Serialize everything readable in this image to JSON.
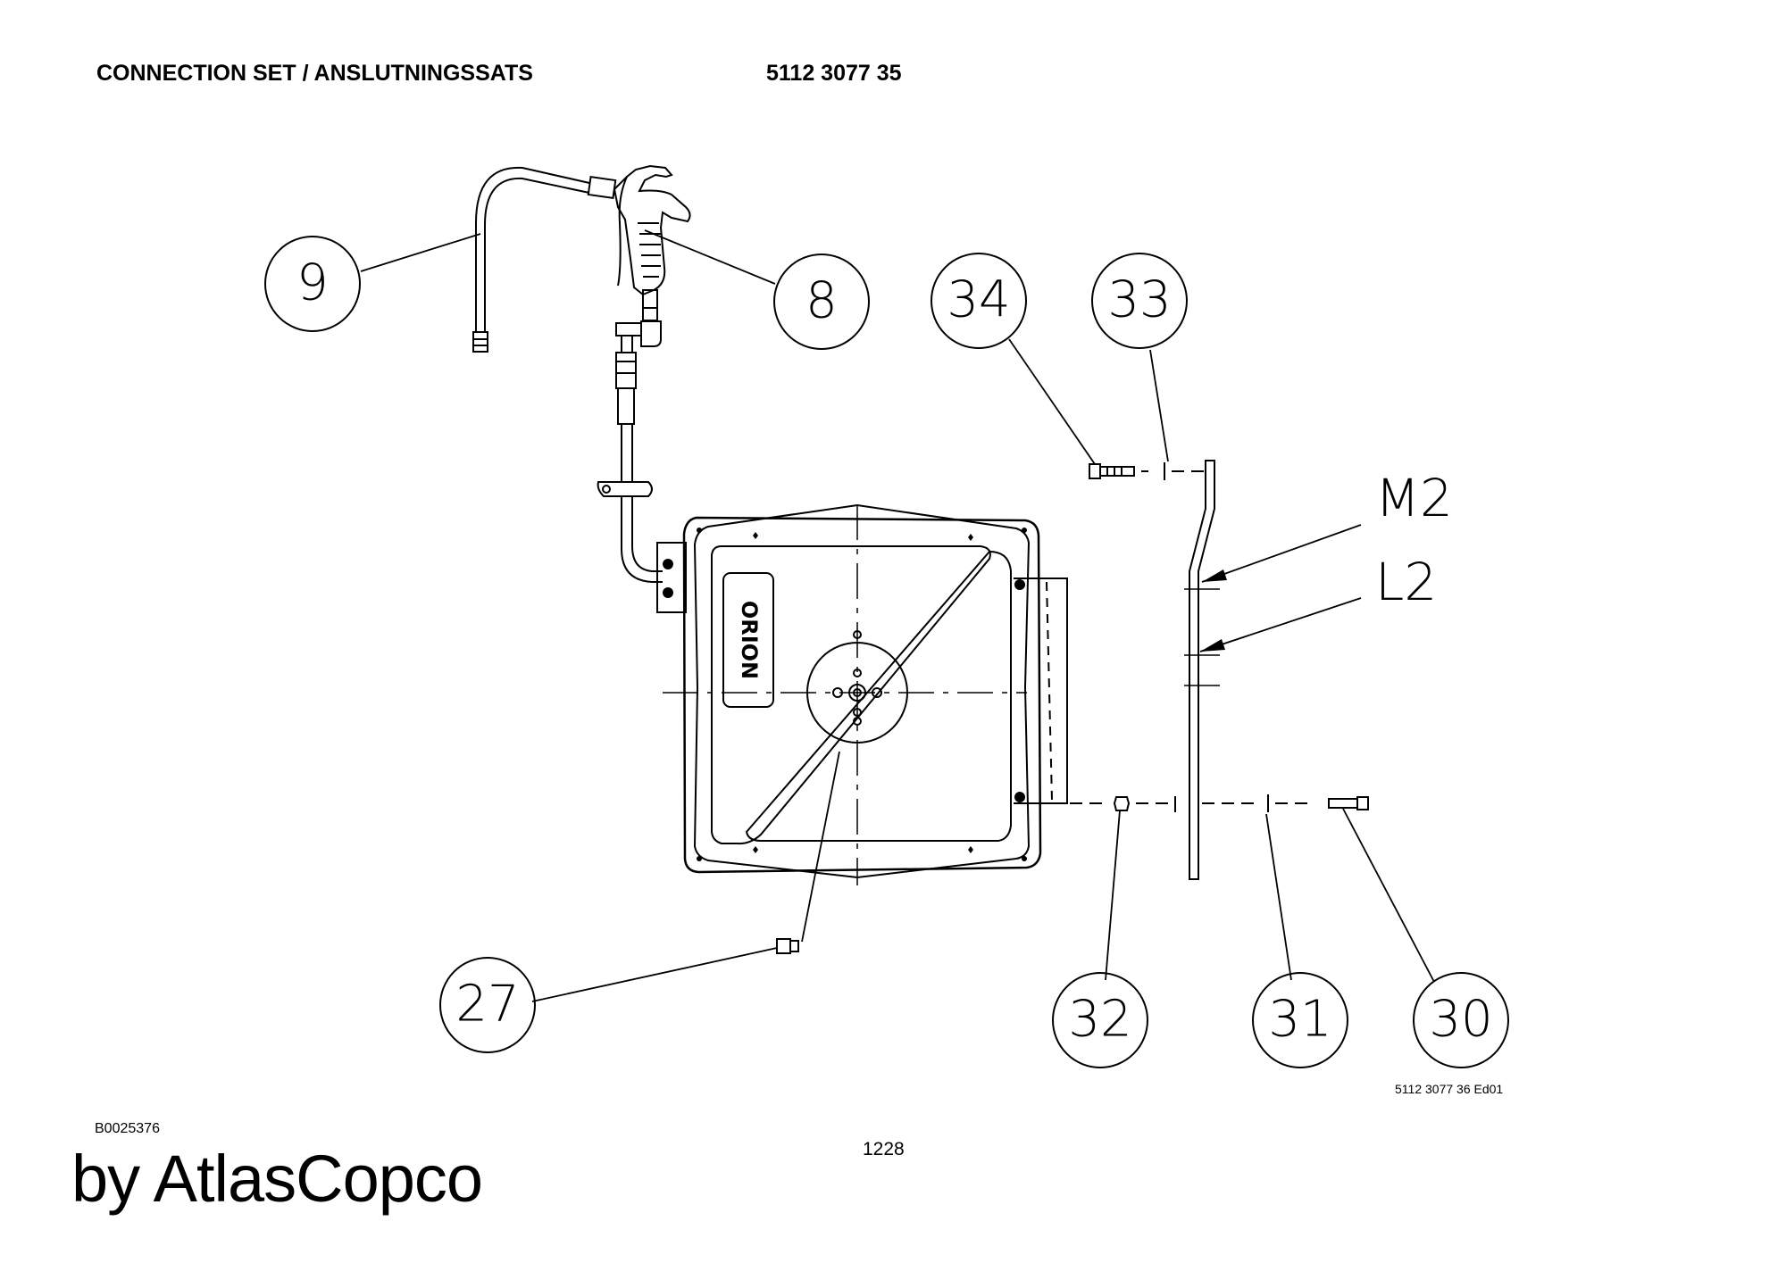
{
  "header": {
    "title": "CONNECTION SET / ANSLUTNINGSSATS",
    "part_number": "5112 3077 35"
  },
  "callouts": [
    "9",
    "8",
    "34",
    "33",
    "27",
    "32",
    "31",
    "30"
  ],
  "references": [
    "M2",
    "L2"
  ],
  "reel_logo": "ORION",
  "drawing_code": "5112 3077 36 Ed01",
  "doc_code": "B0025376",
  "page_number": "1228",
  "brand": "by AtlasCopco"
}
